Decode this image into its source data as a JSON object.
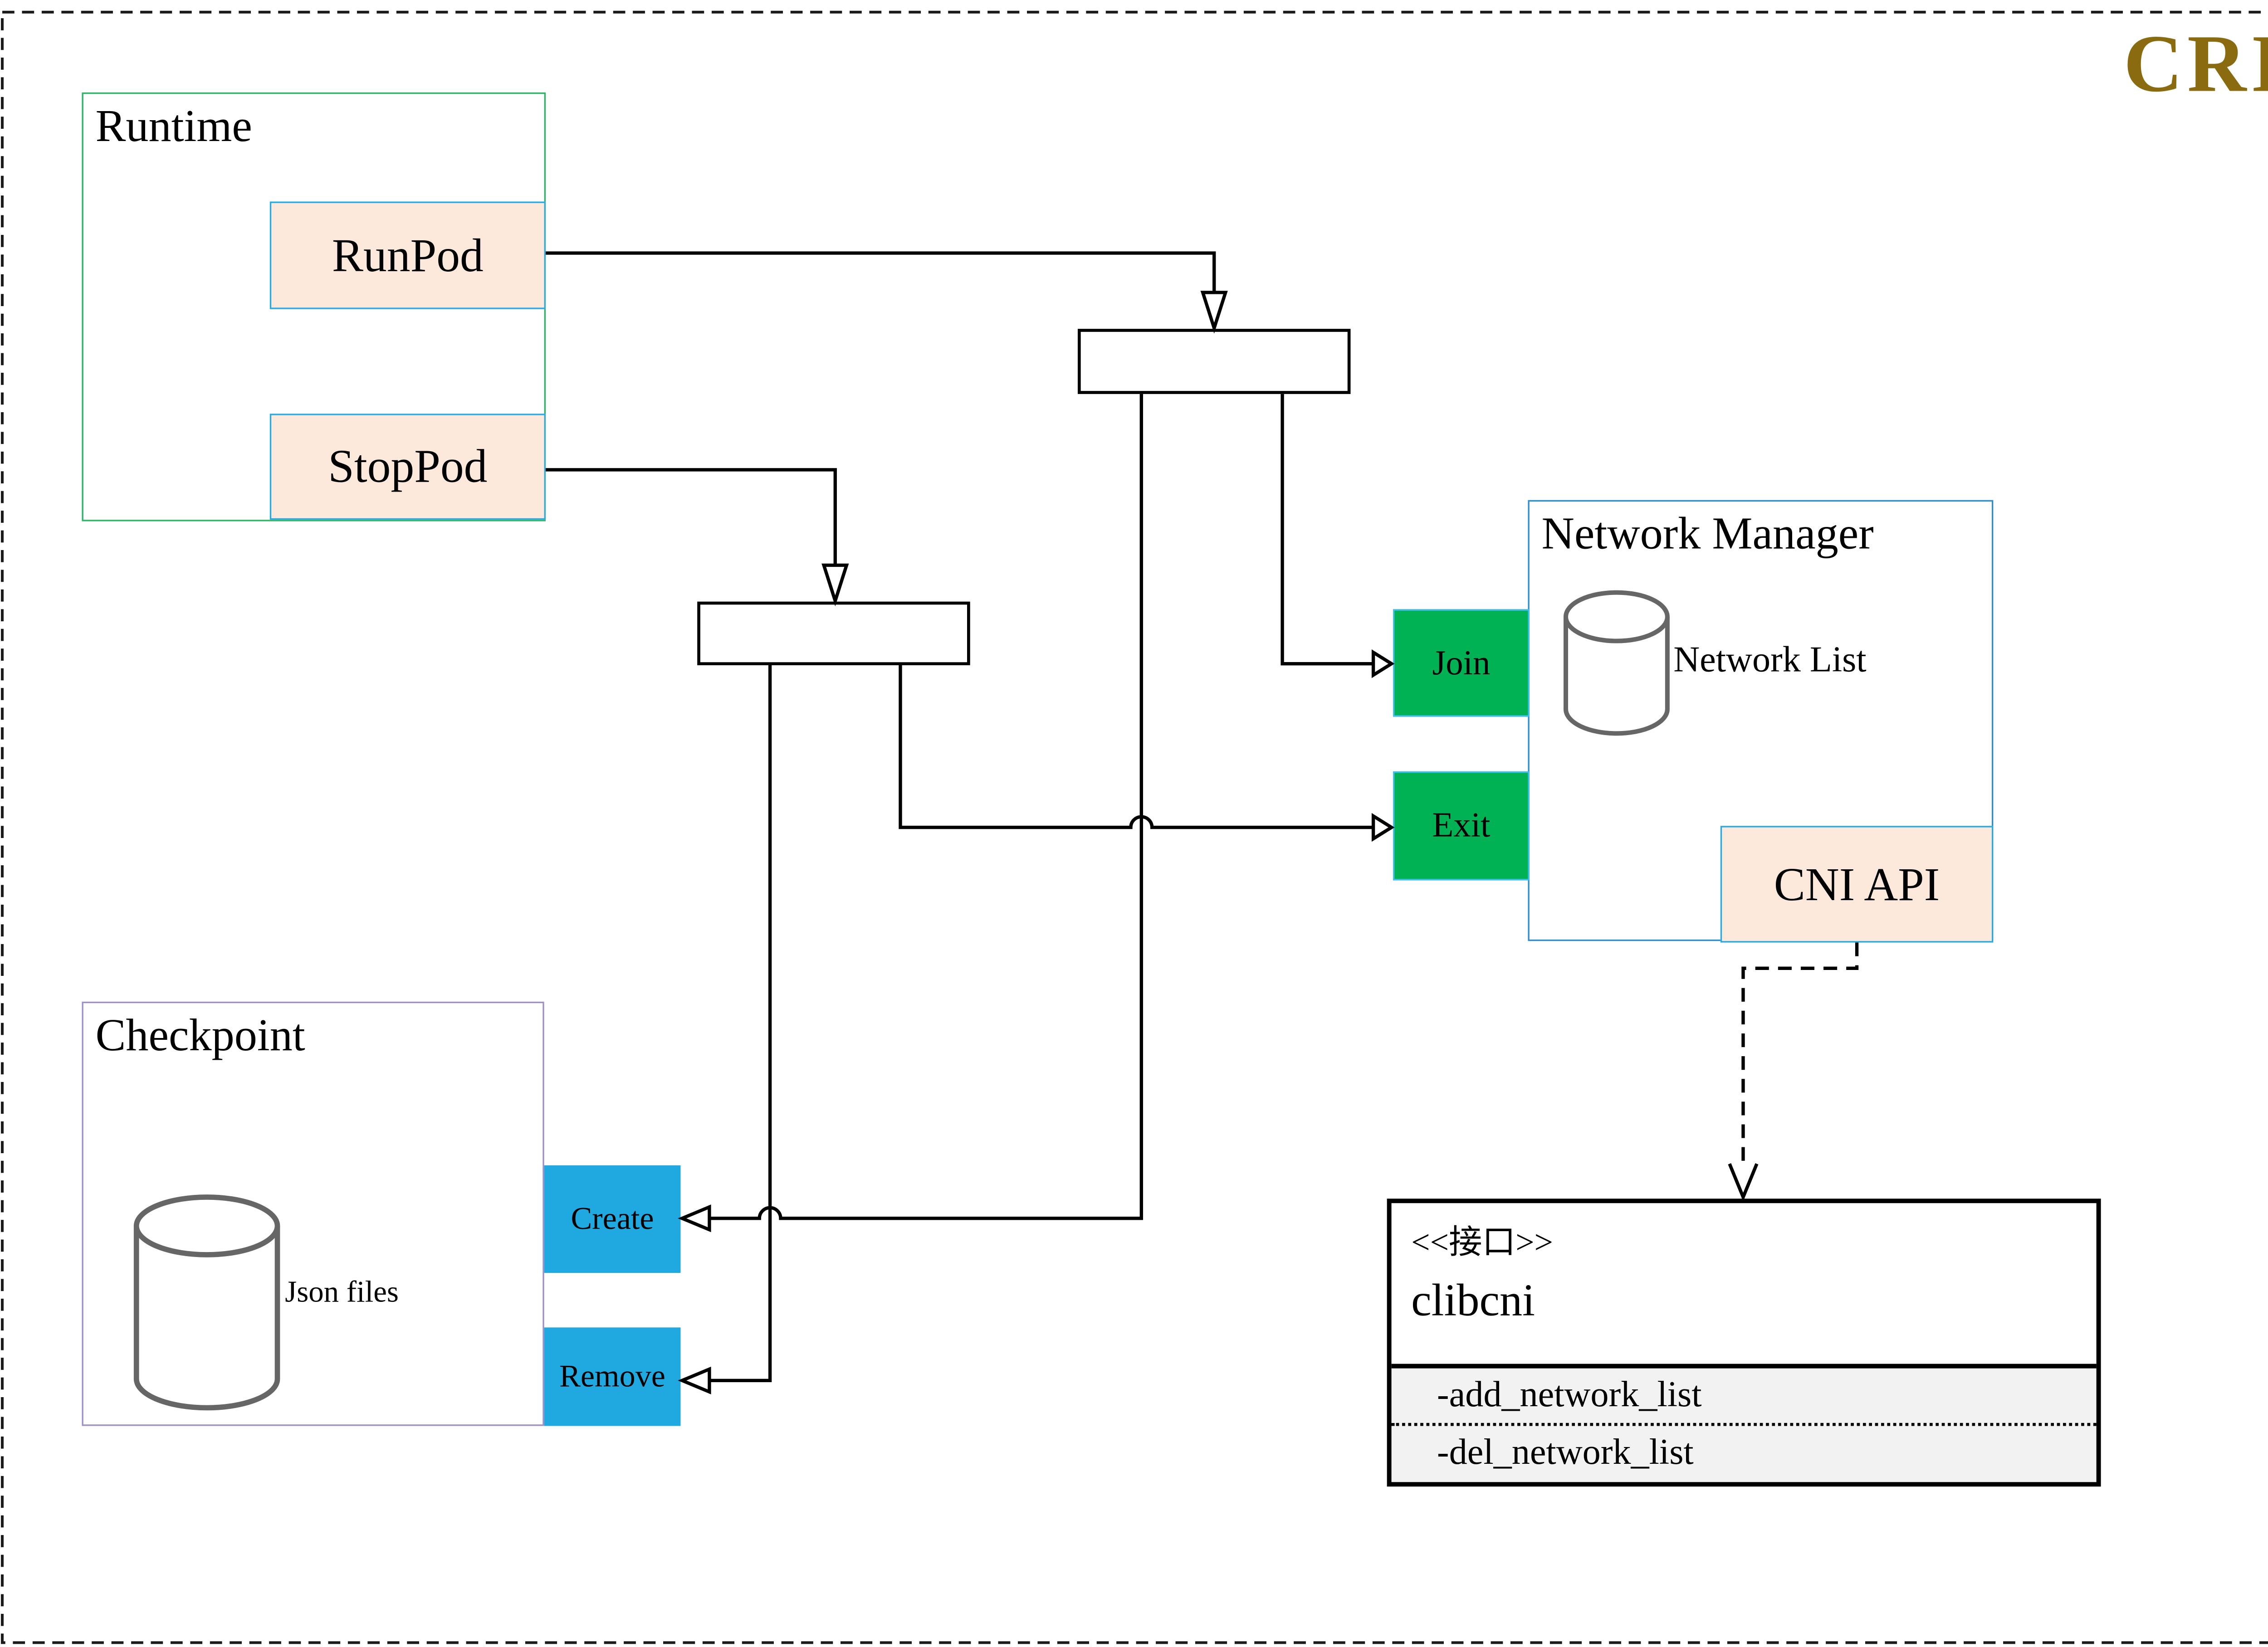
{
  "page": {
    "badge": "CRI",
    "badge_color": "#8B6B10",
    "border_style": "black dashed frame"
  },
  "containers": {
    "runtime": {
      "label": "Runtime",
      "border_color": "#2BB565"
    },
    "network_manager": {
      "label": "Network Manager",
      "border_color": "#2E8CCF"
    },
    "checkpoint": {
      "label": "Checkpoint",
      "border_color": "#9E8FC8"
    }
  },
  "nodes": {
    "runpod": {
      "label": "RunPod",
      "fill": "#FCE9DC",
      "border": "#29ABE2"
    },
    "stoppod": {
      "label": "StopPod",
      "fill": "#FCE9DC",
      "border": "#29ABE2"
    },
    "join": {
      "label": "Join",
      "fill": "#00B254",
      "border": "#3FC0F0"
    },
    "exit": {
      "label": "Exit",
      "fill": "#00B254",
      "border": "#3FC0F0"
    },
    "cni_api": {
      "label": "CNI API",
      "fill": "#FCE9DC",
      "border": "#29ABE2"
    },
    "create": {
      "label": "Create",
      "fill": "#20A9E0"
    },
    "remove": {
      "label": "Remove",
      "fill": "#20A9E0"
    }
  },
  "datastores": {
    "network_list": {
      "label": "Network List",
      "icon": "database-cylinder"
    },
    "json_files": {
      "label": "Json files",
      "icon": "database-cylinder"
    }
  },
  "interface_box": {
    "stereotype": "<<接口>>",
    "name": "clibcni",
    "methods": [
      "-add_network_list",
      "-del_network_list"
    ]
  }
}
